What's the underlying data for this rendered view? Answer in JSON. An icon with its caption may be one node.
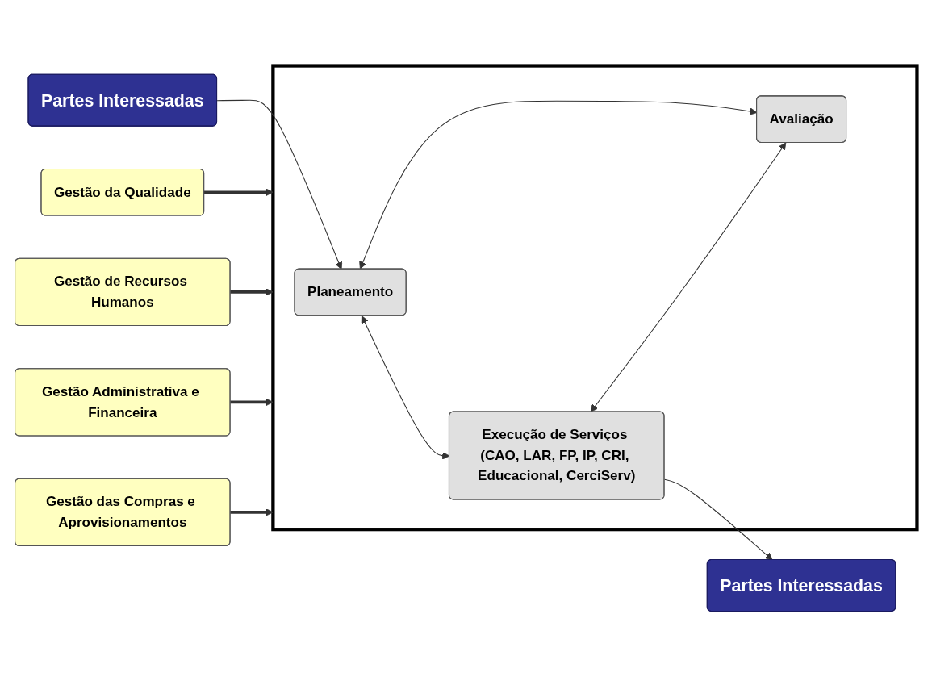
{
  "diagram": {
    "nodes": [
      {
        "text": [
          "Partes Interessadas"
        ]
      },
      {
        "text": [],
        "shape": "box"
      },
      {
        "text": [
          "Planeamento"
        ],
        "in": 1
      },
      {
        "text": [
          "Execução de Serviços (CAO, LAR, FP, IP, CRI, Educacional, CerciServ)"
        ],
        "in": 1
      },
      {
        "text": [
          "Avaliação"
        ],
        "in": 1
      },
      {
        "text": [
          "Partes Interessadas"
        ]
      },
      {
        "text": [
          "Gestão da Qualidade"
        ]
      },
      {
        "text": [
          "Gestão de Recursos Humanos"
        ]
      },
      {
        "text": [
          "Gestão Administrativa e Financeira"
        ]
      },
      {
        "text": [
          "Gestão das Compras e Aprovisionamentos"
        ]
      }
    ],
    "edges": [
      {
        "from": 0,
        "to": 2,
        "arrow": "to"
      },
      {
        "from": 2,
        "to": 3,
        "arrow": "both"
      },
      {
        "from": 2,
        "to": 4,
        "arrow": "both"
      },
      {
        "from": 3,
        "to": 4,
        "arrow": "both"
      },
      {
        "from": 3,
        "to": 5,
        "arrow": "to"
      },
      {
        "from": 6,
        "to": 1,
        "arrow": "to",
        "style": "thick"
      },
      {
        "from": 7,
        "to": 1,
        "arrow": "to",
        "style": "thick"
      },
      {
        "from": 8,
        "to": 1,
        "arrow": "to",
        "style": "thick"
      },
      {
        "from": 9,
        "to": 1,
        "arrow": "to",
        "style": "thick"
      }
    ]
  }
}
